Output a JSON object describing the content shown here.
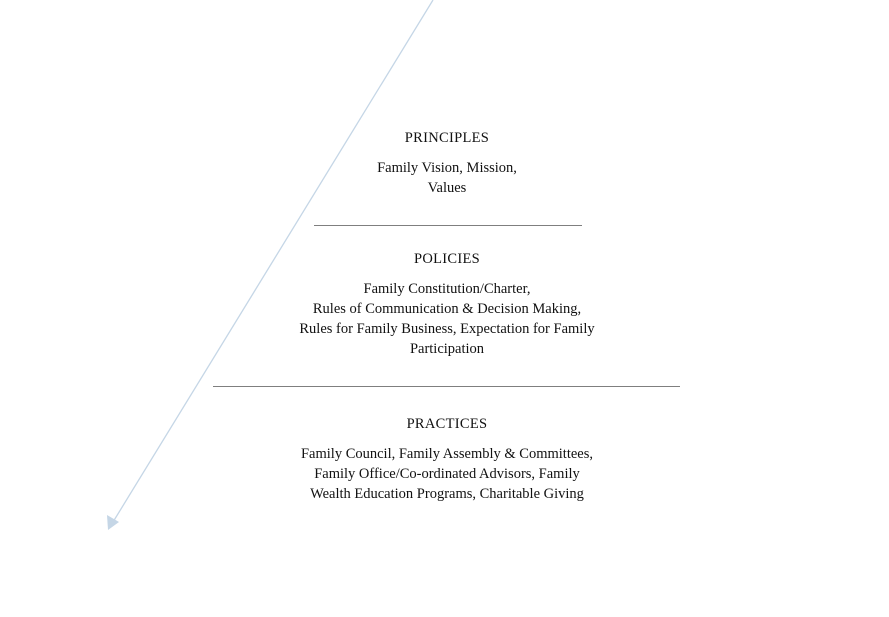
{
  "sections": [
    {
      "title": "PRINCIPLES",
      "lines": [
        "Family Vision, Mission,",
        "Values"
      ]
    },
    {
      "title": "POLICIES",
      "lines": [
        "Family Constitution/Charter,",
        "Rules of  Communication & Decision Making,",
        "Rules for Family Business, Expectation for Family",
        "Participation"
      ]
    },
    {
      "title": "PRACTICES",
      "lines": [
        "Family Council, Family Assembly & Committees,",
        "Family Office/Co-ordinated Advisors, Family",
        "Wealth Education Programs, Charitable Giving"
      ]
    }
  ],
  "colors": {
    "arrow": "#c5d6e6",
    "divider": "#7f7f7f"
  }
}
